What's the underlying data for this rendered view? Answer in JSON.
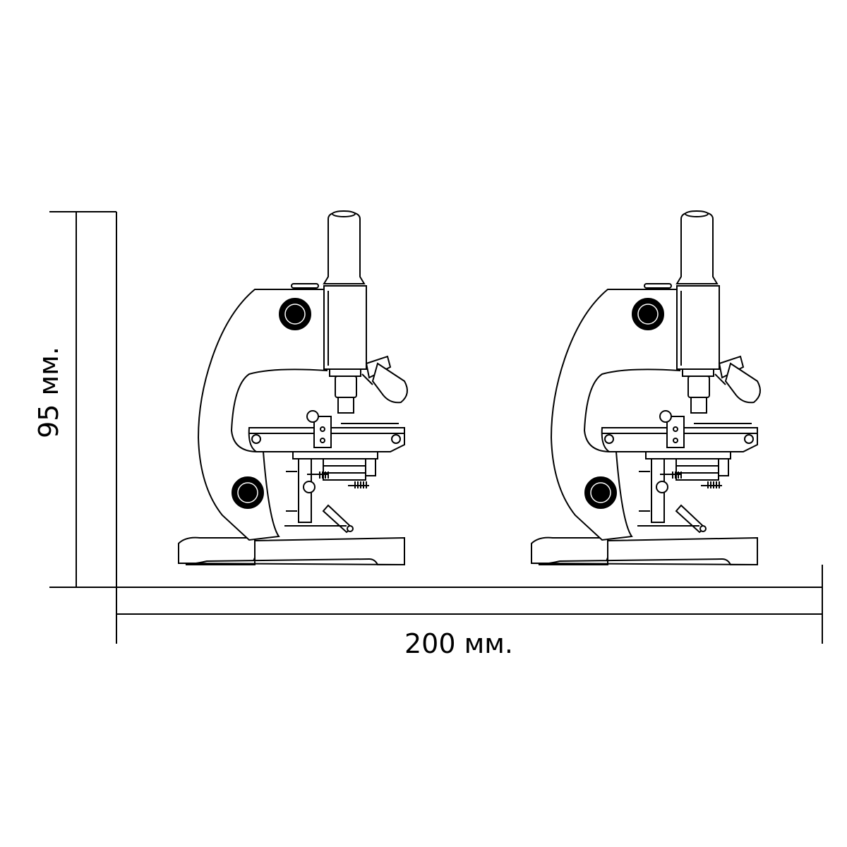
{
  "dimensions": {
    "height_label": "95 мм.",
    "width_label": "200 мм."
  },
  "shelf": {
    "microscope_count": 2,
    "items": [
      {
        "name": "microscope-left"
      },
      {
        "name": "microscope-right"
      }
    ]
  },
  "colors": {
    "line": "#000000",
    "background": "#ffffff"
  }
}
